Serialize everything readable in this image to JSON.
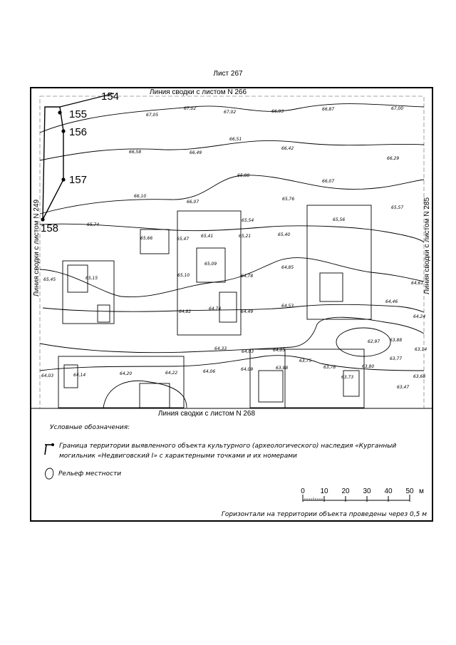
{
  "sheet": {
    "title": "Лист 267"
  },
  "edges": {
    "top": "Линия сводки с листом N 266",
    "bottom": "Линия сводки с листом N 268",
    "left": "Линия сводки с листом N 249",
    "right": "Линия сводки с листом N 285"
  },
  "points": [
    {
      "id": "154",
      "label": "154"
    },
    {
      "id": "155",
      "label": "155"
    },
    {
      "id": "156",
      "label": "156"
    },
    {
      "id": "157",
      "label": "157"
    },
    {
      "id": "158",
      "label": "158"
    }
  ],
  "elevations": [
    "67,05",
    "67,02",
    "67,02",
    "66,93",
    "66,87",
    "67,00",
    "66,51",
    "66,58",
    "66,49",
    "66,42",
    "66,29",
    "65,88",
    "66,07",
    "66,10",
    "66,07",
    "65,76",
    "65,57",
    "65,74",
    "65,54",
    "65,56",
    "65,66",
    "65,47",
    "65,41",
    "65,21",
    "65,40",
    "65,45",
    "65,15",
    "65,09",
    "64,85",
    "65,10",
    "64,78",
    "64,53",
    "64,82",
    "64,74",
    "64,49",
    "64,46",
    "64,24",
    "64,33",
    "64,03",
    "64,05",
    "62,97",
    "63,88",
    "63,77",
    "63,75",
    "64,14",
    "64,20",
    "64,22",
    "64,06",
    "64,09",
    "63,98",
    "63,78",
    "63,80",
    "63,73",
    "63,47",
    "64,03",
    "64,61",
    "63,14",
    "63,68"
  ],
  "legend": {
    "title": "Условные обозначения:",
    "boundary_line1": "Граница территории выявленного объекта культурного (археологического) наследия «Курганный",
    "boundary_line2": "могильник «Недвиговский I» с характерными точками и их номерами",
    "relief": "Рельеф местности",
    "note": "Горизонтали на территории объекта проведены через 0,5 м"
  },
  "scale": {
    "ticks": [
      "0",
      "10",
      "20",
      "30",
      "40",
      "50"
    ],
    "unit": "м"
  }
}
